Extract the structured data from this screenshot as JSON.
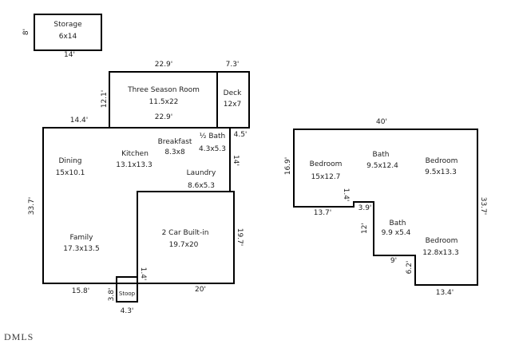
{
  "watermark": "DMLS",
  "first_floor": {
    "storage": {
      "name": "Storage",
      "size": "6x14",
      "dim_left": "8'",
      "dim_bottom": "14'"
    },
    "three_season_room": {
      "name": "Three Season Room",
      "size": "11.5x22",
      "dim_top": "22.9'",
      "dim_bottom": "22.9'",
      "dim_left": "12.1'"
    },
    "deck": {
      "name": "Deck",
      "size": "12x7",
      "dim_top": "7.3'"
    },
    "dining": {
      "name": "Dining",
      "size": "15x10.1"
    },
    "kitchen": {
      "name": "Kitchen",
      "size": "13.1x13.3"
    },
    "breakfast": {
      "name": "Breakfast",
      "size": "8.3x8"
    },
    "half_bath": {
      "name": "½ Bath",
      "size": "4.3x5.3"
    },
    "laundry": {
      "name": "Laundry",
      "size": "8.6x5.3"
    },
    "family": {
      "name": "Family",
      "size": "17.3x13.5"
    },
    "garage": {
      "name": "2 Car Built-in",
      "size": "19.7x20"
    },
    "stoop": {
      "name": "Stoop"
    },
    "dims": {
      "top_left": "14.4'",
      "top_right": "4.5'",
      "right_upper": "14'",
      "right_lower": "19.7'",
      "left_side": "33.7'",
      "bottom_left": "15.8'",
      "stoop_side": "3.8'",
      "stoop_inner": "1.4'",
      "stoop_bottom": "4.3'",
      "bottom_garage": "20'"
    }
  },
  "second_floor": {
    "bedroom_left": {
      "name": "Bedroom",
      "size": "15x12.7"
    },
    "bath_upper": {
      "name": "Bath",
      "size": "9.5x12.4"
    },
    "bedroom_right": {
      "name": "Bedroom",
      "size": "9.5x13.3"
    },
    "bath_lower": {
      "name": "Bath",
      "size": "9.9 x5.4"
    },
    "bedroom_lower": {
      "name": "Bedroom",
      "size": "12.8x13.3"
    },
    "dims": {
      "top": "40'",
      "left": "16.9'",
      "right": "33.7'",
      "bottom_left": "13.7'",
      "step_height": "1.4'",
      "step_width": "3.9'",
      "mid_left": "12'",
      "mid_bottom": "9'",
      "mid_right": "6.2'",
      "bottom_right": "13.4'"
    }
  }
}
